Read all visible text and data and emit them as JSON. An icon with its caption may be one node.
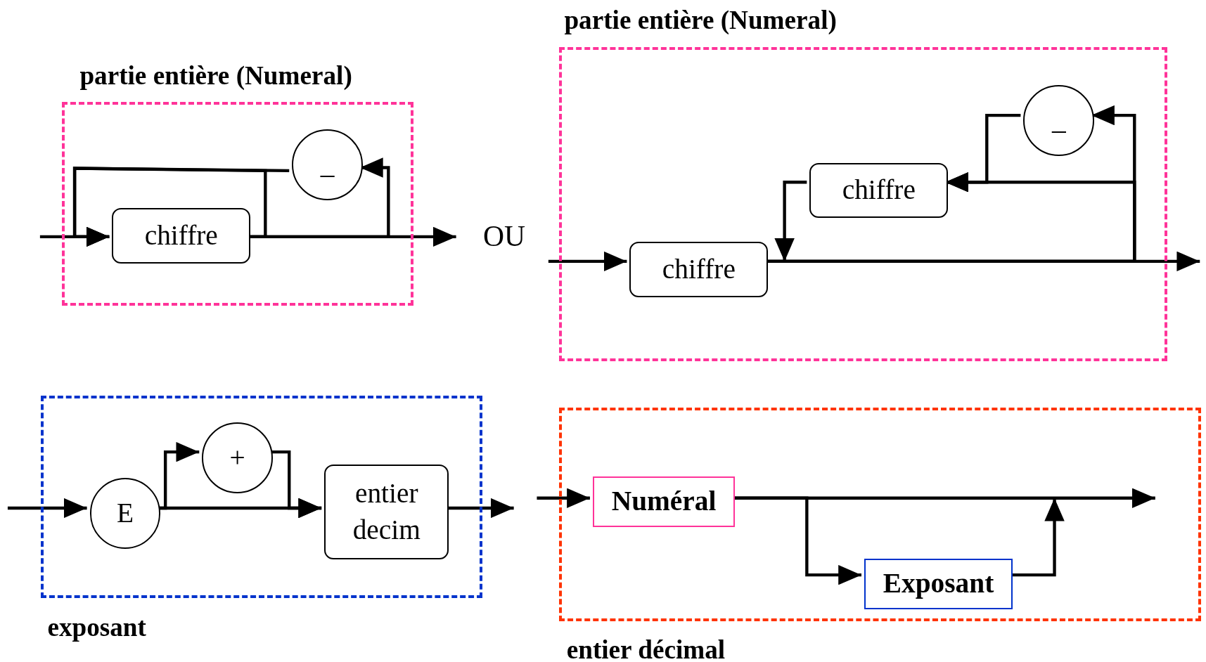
{
  "diagram": {
    "nodes": [
      {
        "text": [
          "partie entière (Numeral)"
        ]
      },
      {
        "text": [
          "chiffre"
        ],
        "in": 0
      },
      {
        "text": [
          "_"
        ],
        "in": 0
      },
      {
        "text": [
          "partie entière (Numeral)"
        ]
      },
      {
        "text": [
          "chiffre"
        ],
        "in": 3
      },
      {
        "text": [
          "chiffre"
        ],
        "in": 3
      },
      {
        "text": [
          "_"
        ],
        "in": 3
      },
      {
        "text": [
          "exposant"
        ]
      },
      {
        "text": [
          "E"
        ],
        "in": 7
      },
      {
        "text": [
          "+"
        ],
        "in": 7
      },
      {
        "text": [
          "entier decim"
        ],
        "in": 7
      },
      {
        "text": [
          "entier décimal"
        ]
      },
      {
        "text": [
          "Numéral"
        ],
        "in": 11
      },
      {
        "text": [
          "Exposant"
        ],
        "in": 11
      }
    ],
    "edges": [
      {
        "from": null,
        "to": 1,
        "arrow": "to"
      },
      {
        "from": 1,
        "to": null,
        "arrow": "to"
      },
      {
        "from": 1,
        "to": 2,
        "arrow": "to"
      },
      {
        "from": 2,
        "to": 1,
        "arrow": "to"
      },
      {
        "from": 1,
        "to": 1,
        "arrow": "to"
      },
      {
        "from": null,
        "to": 4,
        "arrow": "to"
      },
      {
        "from": 4,
        "to": null,
        "arrow": "to"
      },
      {
        "from": 4,
        "to": 5,
        "arrow": "to"
      },
      {
        "from": 4,
        "to": 6,
        "arrow": "to"
      },
      {
        "from": 6,
        "to": 5,
        "arrow": "to"
      },
      {
        "from": 5,
        "to": 4,
        "arrow": "to"
      },
      {
        "from": null,
        "to": 8,
        "arrow": "to"
      },
      {
        "from": 8,
        "to": 10,
        "arrow": "to"
      },
      {
        "from": 8,
        "to": 9,
        "arrow": "to"
      },
      {
        "from": 9,
        "to": 10,
        "arrow": "to"
      },
      {
        "from": 10,
        "to": null,
        "arrow": "to"
      },
      {
        "from": null,
        "to": 12,
        "arrow": "to"
      },
      {
        "from": 12,
        "to": null,
        "arrow": "to"
      },
      {
        "from": 12,
        "to": 13,
        "arrow": "to"
      },
      {
        "from": 13,
        "to": null,
        "arrow": "to"
      }
    ],
    "labels": [
      "OU"
    ]
  }
}
